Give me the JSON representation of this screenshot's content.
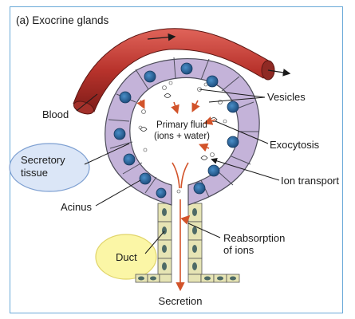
{
  "figure": {
    "title": "(a) Exocrine glands",
    "labels": {
      "blood": "Blood",
      "vesicles": "Vesicles",
      "primary_fluid_1": "Primary fluid",
      "primary_fluid_2": "(ions + water)",
      "exocytosis": "Exocytosis",
      "secretory_tissue_1": "Secretory",
      "secretory_tissue_2": "tissue",
      "ion_transport": "Ion transport",
      "acinus": "Acinus",
      "reabsorption_1": "Reabsorption",
      "reabsorption_2": "of ions",
      "duct": "Duct",
      "secretion": "Secretion"
    },
    "colors": {
      "frame": "#6aa9d8",
      "blood_vessel": "#b8332c",
      "acinar_cell": "#c4b3d9",
      "nucleus": "#2e6ea6",
      "duct_cell": "#e6e4b4",
      "flow_arrow": "#d2532a",
      "secretory_highlight": "#dbe6f7",
      "duct_highlight": "#fbf6a6"
    }
  }
}
